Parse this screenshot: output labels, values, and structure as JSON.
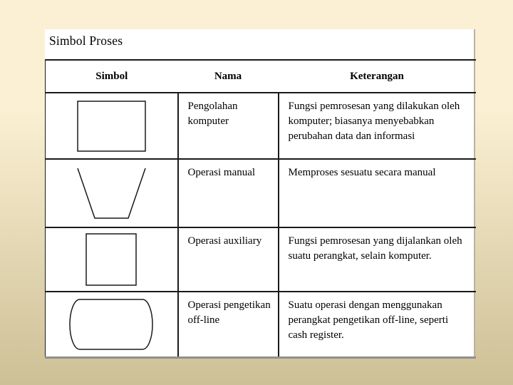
{
  "slide": {
    "title": "Simbol Proses",
    "table": {
      "headers": [
        "Simbol",
        "Nama",
        "Keterangan"
      ],
      "rows": [
        {
          "symbol": "rectangle",
          "nama": "Pengolahan komputer",
          "keterangan": "Fungsi pemrosesan yang dilakukan oleh komputer; biasanya menyebabkan perubahan data dan informasi"
        },
        {
          "symbol": "open-top-trapezoid",
          "nama": "Operasi manual",
          "keterangan": "Memproses sesuatu secara manual"
        },
        {
          "symbol": "square",
          "nama": "Operasi auxiliary",
          "keterangan": "Fungsi pemrosesan yang dijalankan oleh suatu perangkat, selain komputer."
        },
        {
          "symbol": "rounded-rectangle",
          "nama": "Operasi pengetikan off-line",
          "keterangan": "Suatu operasi dengan menggunakan perangkat pengetikan off-line, seperti cash register."
        }
      ]
    }
  },
  "colors": {
    "background_top": "#fbf0d3",
    "background_bottom": "#cdc096",
    "panel": "#ffffff",
    "table_line": "#1a1a1a",
    "bottom_edge": "#8f8f8f",
    "text": "#000000"
  }
}
